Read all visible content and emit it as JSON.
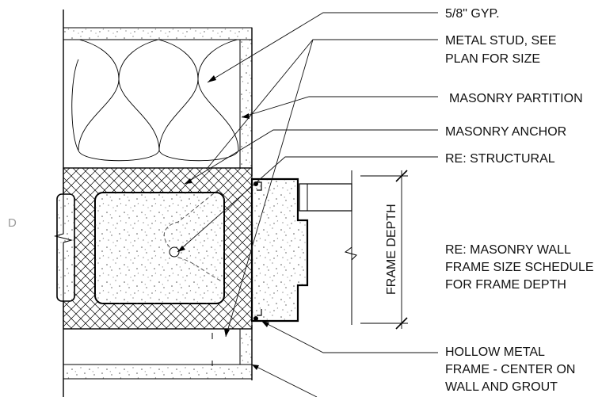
{
  "drawing": {
    "grid_marker": "D",
    "dimension_label": "FRAME DEPTH",
    "callouts": [
      {
        "id": "gyp",
        "lines": [
          "5/8\" GYP."
        ]
      },
      {
        "id": "stud",
        "lines": [
          "METAL STUD, SEE",
          "PLAN FOR SIZE"
        ]
      },
      {
        "id": "partition",
        "lines": [
          "MASONRY PARTITION"
        ]
      },
      {
        "id": "anchor",
        "lines": [
          "MASONRY ANCHOR"
        ]
      },
      {
        "id": "structural",
        "lines": [
          "RE: STRUCTURAL"
        ]
      },
      {
        "id": "schedule",
        "lines": [
          "RE: MASONRY WALL",
          "FRAME SIZE SCHEDULE",
          "FOR FRAME DEPTH"
        ]
      },
      {
        "id": "frame",
        "lines": [
          "HOLLOW METAL",
          "FRAME - CENTER ON",
          "WALL AND GROUT"
        ]
      }
    ]
  }
}
